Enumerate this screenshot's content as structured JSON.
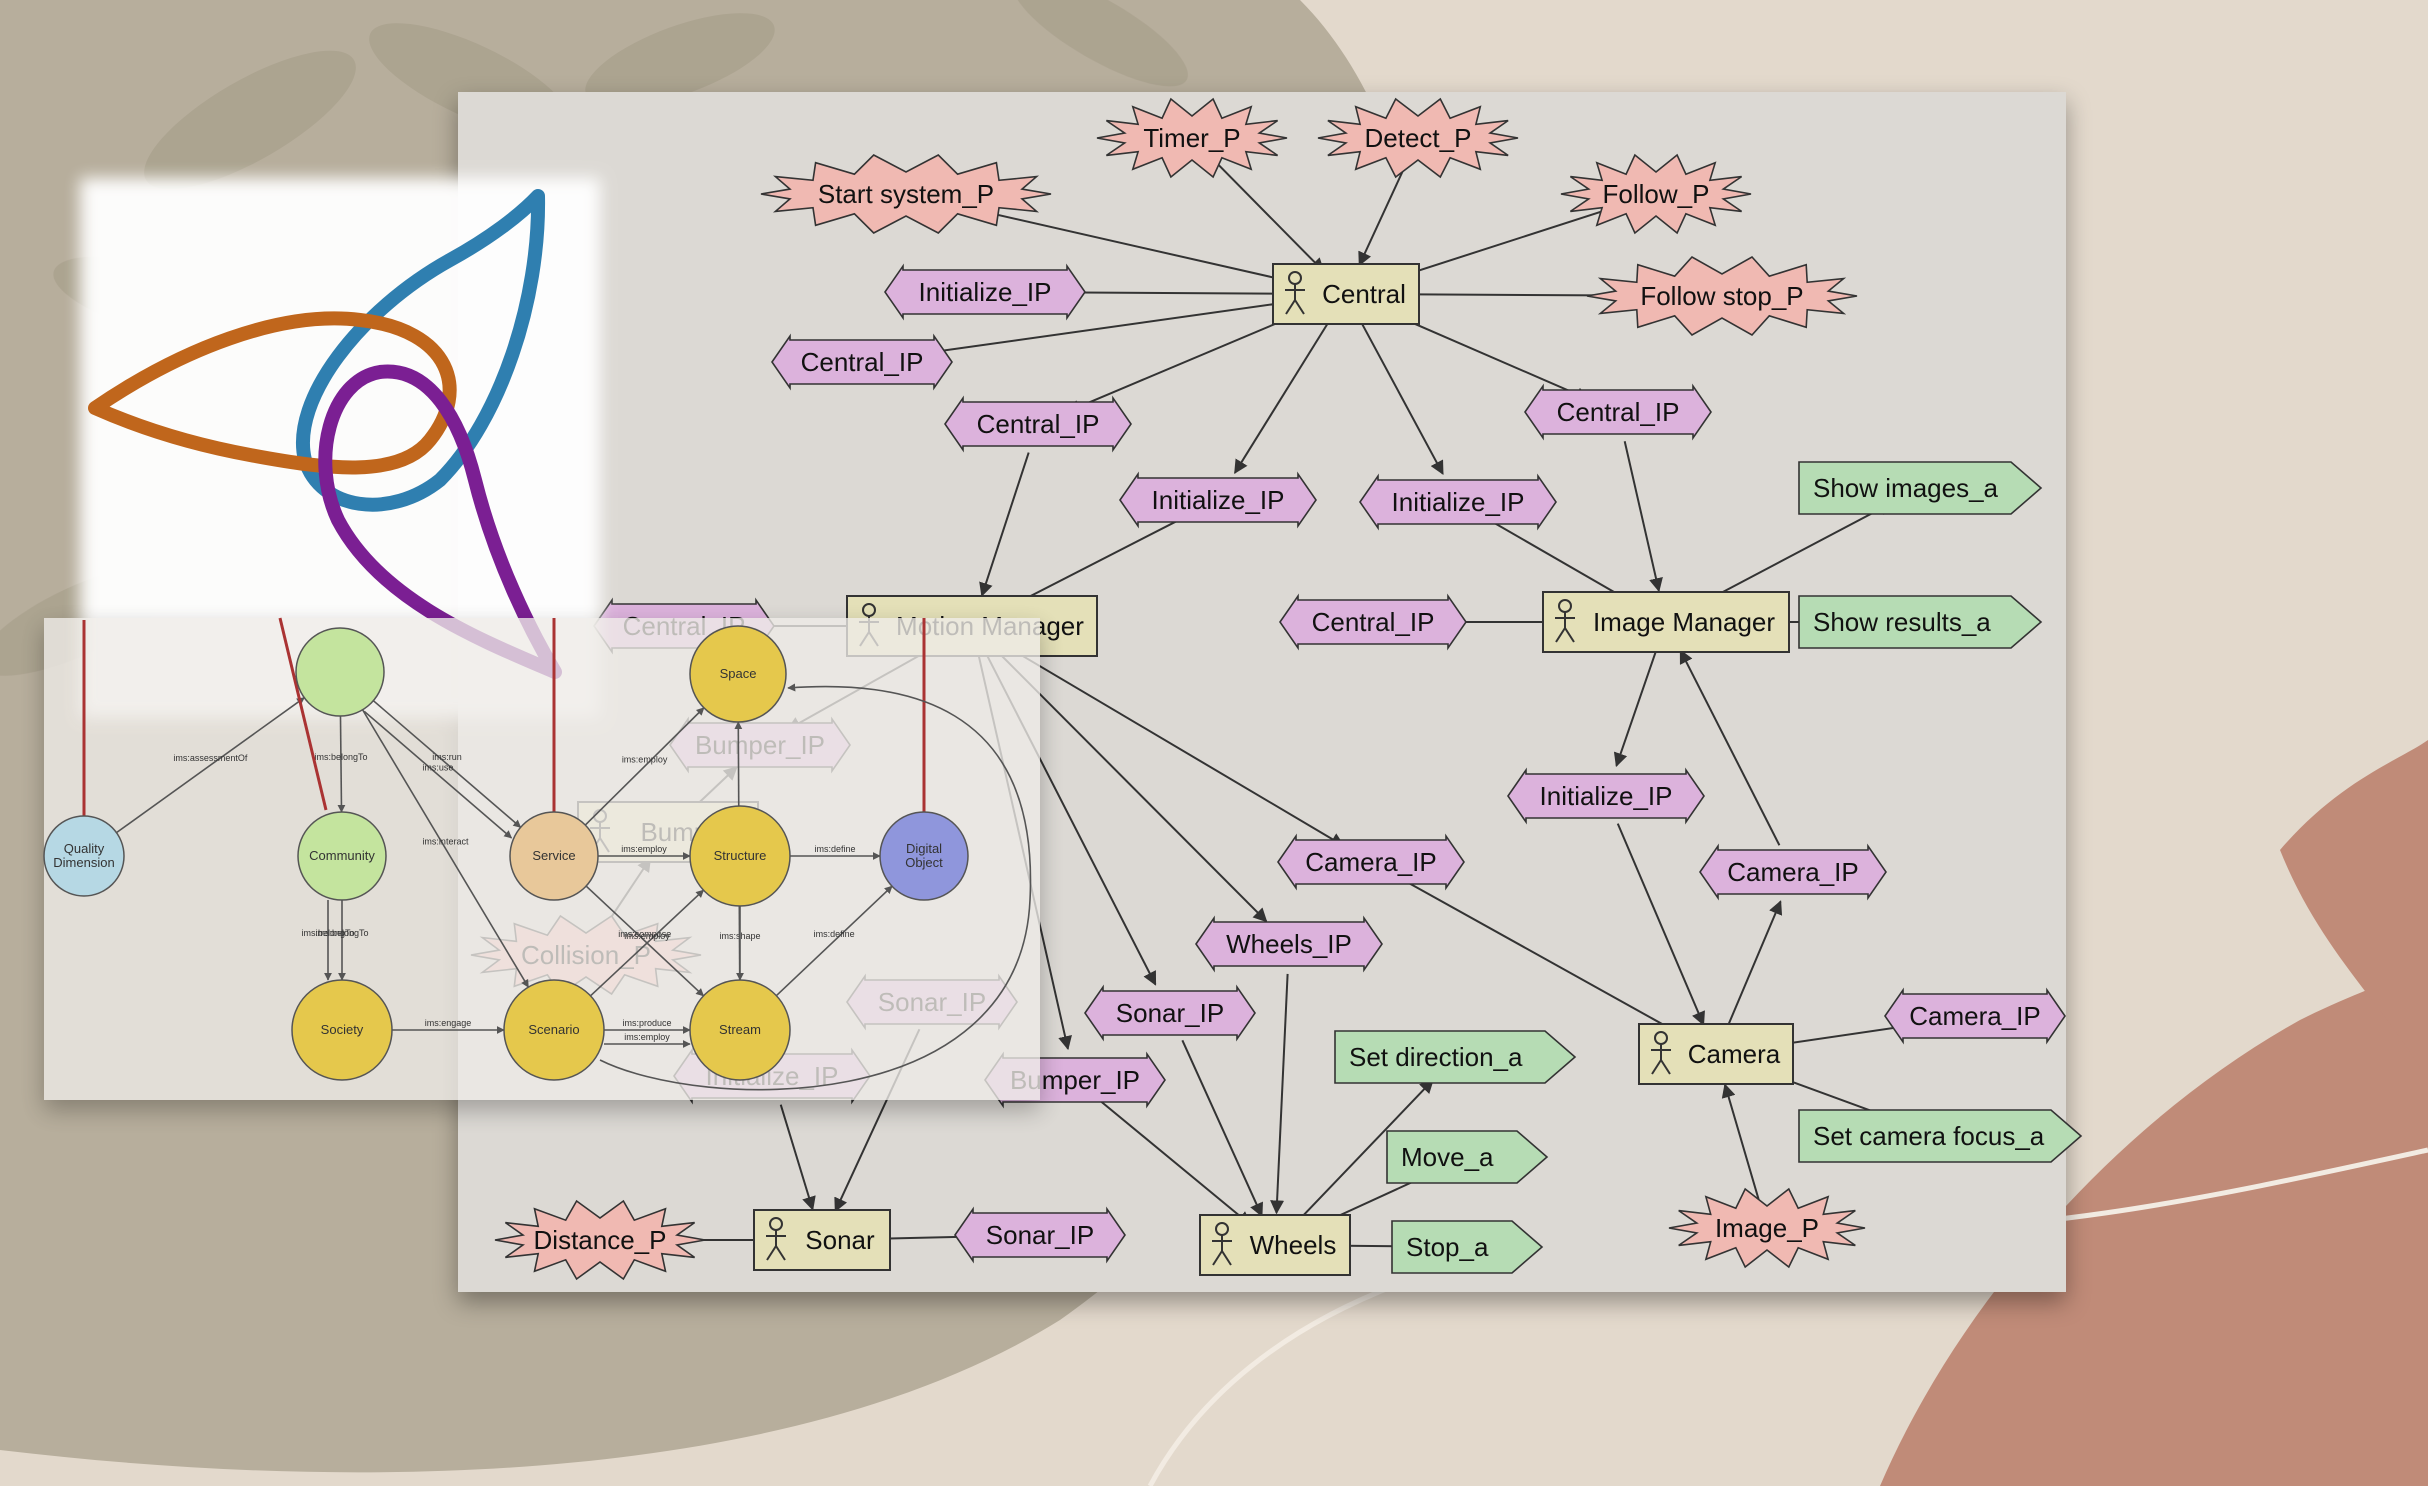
{
  "main_diagram": {
    "nodes": [
      {
        "id": "start_system",
        "label": "Start system_P",
        "kind": "percept"
      },
      {
        "id": "timer",
        "label": "Timer_P",
        "kind": "percept"
      },
      {
        "id": "detect",
        "label": "Detect_P",
        "kind": "percept"
      },
      {
        "id": "follow",
        "label": "Follow_P",
        "kind": "percept"
      },
      {
        "id": "follow_stop",
        "label": "Follow stop_P",
        "kind": "percept"
      },
      {
        "id": "central",
        "label": "Central",
        "kind": "agent"
      },
      {
        "id": "init1",
        "label": "Initialize_IP",
        "kind": "protocol"
      },
      {
        "id": "cip1",
        "label": "Central_IP",
        "kind": "protocol"
      },
      {
        "id": "cip2",
        "label": "Central_IP",
        "kind": "protocol"
      },
      {
        "id": "init2",
        "label": "Initialize_IP",
        "kind": "protocol"
      },
      {
        "id": "init3",
        "label": "Initialize_IP",
        "kind": "protocol"
      },
      {
        "id": "cip3",
        "label": "Central_IP",
        "kind": "protocol"
      },
      {
        "id": "show_images",
        "label": "Show images_a",
        "kind": "action"
      },
      {
        "id": "cip4",
        "label": "Central_IP",
        "kind": "protocol"
      },
      {
        "id": "image_manager",
        "label": "Image Manager",
        "kind": "agent"
      },
      {
        "id": "show_results",
        "label": "Show results_a",
        "kind": "action"
      },
      {
        "id": "motion_manager",
        "label": "Motion Manager",
        "kind": "agent"
      },
      {
        "id": "cip5",
        "label": "Central_IP",
        "kind": "protocol"
      },
      {
        "id": "init4",
        "label": "Initialize_IP",
        "kind": "protocol"
      },
      {
        "id": "cam_ip1",
        "label": "Camera_IP",
        "kind": "protocol"
      },
      {
        "id": "cam_ip2",
        "label": "Camera_IP",
        "kind": "protocol"
      },
      {
        "id": "wheels_ip",
        "label": "Wheels_IP",
        "kind": "protocol"
      },
      {
        "id": "sonar_ip1",
        "label": "Sonar_IP",
        "kind": "protocol"
      },
      {
        "id": "bumper_ip1",
        "label": "Bumper_IP",
        "kind": "protocol"
      },
      {
        "id": "bumper_ip2",
        "label": "Bumper_IP",
        "kind": "protocol"
      },
      {
        "id": "bumper",
        "label": "Bumper",
        "kind": "agent"
      },
      {
        "id": "collision",
        "label": "Collision_P",
        "kind": "percept"
      },
      {
        "id": "sonar_ip2",
        "label": "Sonar_IP",
        "kind": "protocol"
      },
      {
        "id": "init5",
        "label": "Initialize_IP",
        "kind": "protocol"
      },
      {
        "id": "set_direction",
        "label": "Set direction_a",
        "kind": "action"
      },
      {
        "id": "camera",
        "label": "Camera",
        "kind": "agent"
      },
      {
        "id": "cam_ip3",
        "label": "Camera_IP",
        "kind": "protocol"
      },
      {
        "id": "move",
        "label": "Move_a",
        "kind": "action"
      },
      {
        "id": "set_focus",
        "label": "Set camera focus_a",
        "kind": "action"
      },
      {
        "id": "distance",
        "label": "Distance_P",
        "kind": "percept"
      },
      {
        "id": "sonar",
        "label": "Sonar",
        "kind": "agent"
      },
      {
        "id": "sonar_ip3",
        "label": "Sonar_IP",
        "kind": "protocol"
      },
      {
        "id": "wheels",
        "label": "Wheels",
        "kind": "agent"
      },
      {
        "id": "stop",
        "label": "Stop_a",
        "kind": "action"
      },
      {
        "id": "image_p",
        "label": "Image_P",
        "kind": "percept"
      }
    ]
  },
  "ontology_diagram": {
    "nodes": [
      {
        "id": "actor",
        "label": ""
      },
      {
        "id": "quality",
        "label": "Quality Dimension"
      },
      {
        "id": "community",
        "label": "Community"
      },
      {
        "id": "service",
        "label": "Service"
      },
      {
        "id": "space",
        "label": "Space"
      },
      {
        "id": "structure",
        "label": "Structure"
      },
      {
        "id": "digital",
        "label": "Digital Object"
      },
      {
        "id": "society",
        "label": "Society"
      },
      {
        "id": "scenario",
        "label": "Scenario"
      },
      {
        "id": "stream",
        "label": "Stream"
      }
    ],
    "edges": [
      {
        "label": "ims:assessmentOf"
      },
      {
        "label": "ims:belongTo"
      },
      {
        "label": "ims:run"
      },
      {
        "label": "ims:use"
      },
      {
        "label": "ims:employ"
      },
      {
        "label": "ims:belongTo"
      },
      {
        "label": "ims:employ"
      },
      {
        "label": "ims:define"
      },
      {
        "label": "ims:interact"
      },
      {
        "label": "ims:compose"
      },
      {
        "label": "ims:employ"
      },
      {
        "label": "ims:shape"
      },
      {
        "label": "ims:define"
      },
      {
        "label": "ims:belongTo"
      },
      {
        "label": "ims:engage"
      },
      {
        "label": "ims:produce"
      },
      {
        "label": "ims:employ"
      },
      {
        "label": "ims:employ"
      }
    ]
  },
  "colors": {
    "background": "#e3d9cc",
    "olive_blob": "#b7ae9c",
    "terracotta_blob": "#c08b78",
    "diagram_bg": "#dcd9d4",
    "percept_fill": "#f0b9b2",
    "protocol_fill": "#dcb2dc",
    "action_fill": "#b6dcb4",
    "agent_fill": "#e4e0b8",
    "ontology_yellow": "#e5c84c",
    "ontology_green": "#c4e49e",
    "ontology_peach": "#e8c89a",
    "ontology_blue": "#8f96dc",
    "ontology_light_blue": "#b6d8e4",
    "logo_blue": "#2f7fb0",
    "logo_orange": "#c0661c",
    "logo_purple": "#7b1f93"
  }
}
